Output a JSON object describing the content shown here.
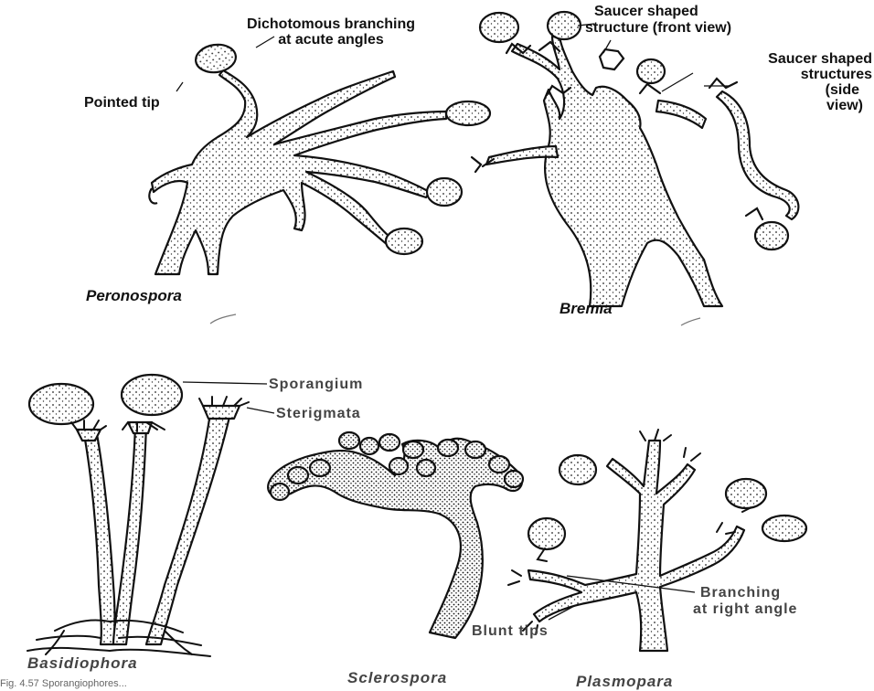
{
  "peronospora": {
    "name": "Peronospora",
    "label_branching_1": "Dichotomous branching",
    "label_branching_2": "at acute angles",
    "label_tip": "Pointed tip"
  },
  "bremia": {
    "name": "Bremia",
    "label_front_1": "Saucer shaped",
    "label_front_2": "structure (front view)",
    "label_side_1": "Saucer shaped",
    "label_side_2": "structures",
    "label_side_3": "(side",
    "label_side_4": "view)"
  },
  "basidiophora": {
    "name": "Basidiophora",
    "label_sporangium": "Sporangium",
    "label_sterigmata": "Sterigmata"
  },
  "sclerospora": {
    "name": "Sclerospora"
  },
  "plasmopara": {
    "name": "Plasmopara",
    "label_branching_1": "Branching",
    "label_branching_2": "at right angle",
    "label_blunt": "Blunt tips"
  },
  "caption": "Fig. 4.57 Sporangiophores..."
}
